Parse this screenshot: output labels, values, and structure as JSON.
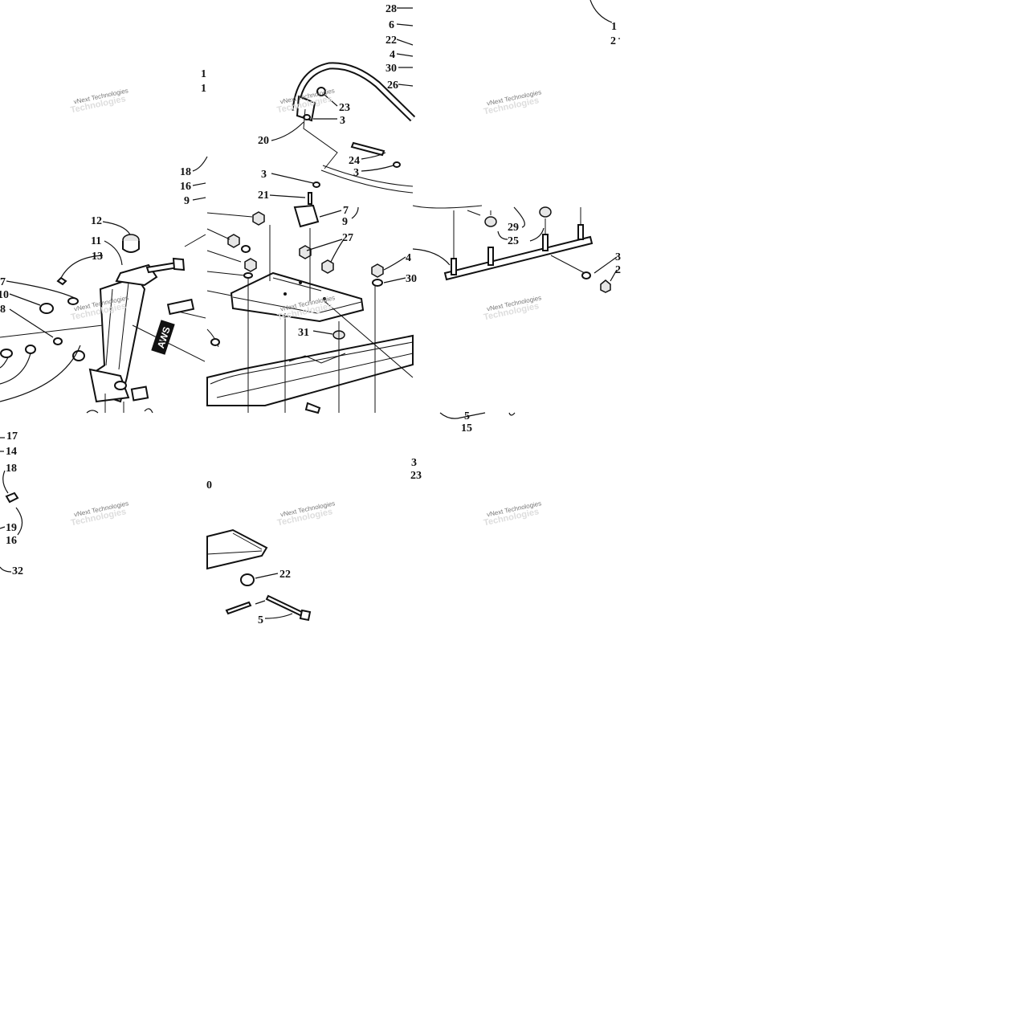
{
  "diagram": {
    "watermark_text": "vNext Technologies",
    "badge_text": "AWS",
    "callouts": {
      "t0": "28",
      "t1": "6",
      "t2": "22",
      "t3": "4",
      "t4": "30",
      "t5": "26",
      "t6": "1",
      "t7": "2",
      "c0": "1",
      "c1": "1",
      "c2": "23",
      "c3": "3",
      "c4": "20",
      "c5": "24",
      "c6": "3",
      "c7": "18",
      "c8": "16",
      "c9": "9",
      "c10": "3",
      "c11": "21",
      "c12": "7",
      "c13": "9",
      "c14": "27",
      "c15": "12",
      "c16": "11",
      "c17": "13",
      "c18": "7",
      "c19": "10",
      "c20": "8",
      "c21": "4",
      "c22": "30",
      "c23": "31",
      "c24": "29",
      "c25": "25",
      "c26": "3",
      "c27": "2",
      "b0": "5",
      "b1": "15",
      "b2": "3",
      "b3": "23",
      "b4": "17",
      "b5": "14",
      "b6": "18",
      "b7": "0",
      "b8": "19",
      "b9": "16",
      "b10": "32",
      "b11": "22",
      "b12": "5"
    }
  }
}
